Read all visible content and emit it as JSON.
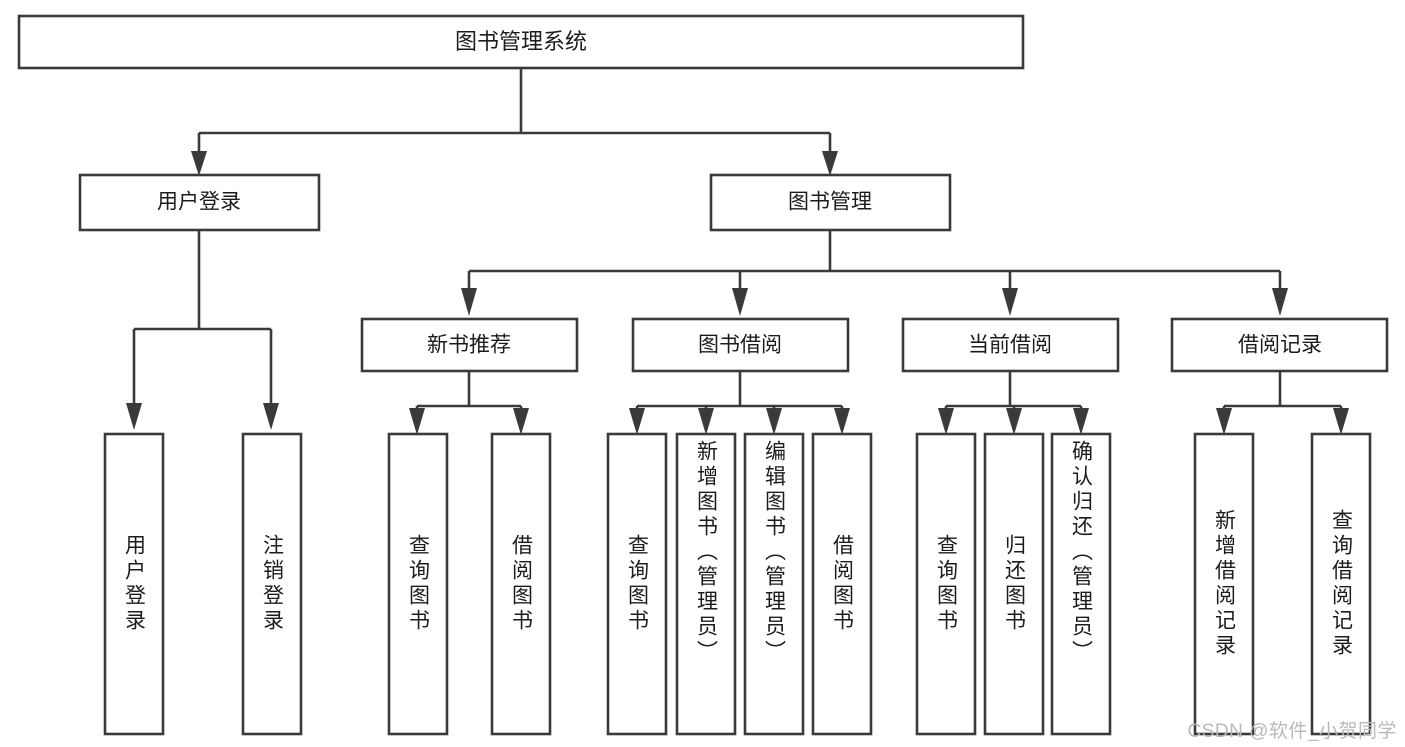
{
  "diagram": {
    "type": "hierarchy-tree",
    "title": "图书管理系统",
    "watermark": "CSDN @软件_小贺同学",
    "colors": {
      "stroke": "#3a3a3a",
      "box_fill": "#ffffff",
      "text": "#1c1c1c",
      "background": "#ffffff",
      "watermark": "#b9b9b9"
    },
    "root": {
      "label": "图书管理系统"
    },
    "level1": [
      {
        "label": "用户登录"
      },
      {
        "label": "图书管理"
      }
    ],
    "level2": [
      {
        "label": "新书推荐"
      },
      {
        "label": "图书借阅"
      },
      {
        "label": "当前借阅"
      },
      {
        "label": "借阅记录"
      }
    ],
    "leaves": {
      "user_login": [
        {
          "label": "用户登录"
        },
        {
          "label": "注销登录"
        }
      ],
      "new_book_recommend": [
        {
          "label": "查询图书"
        },
        {
          "label": "借阅图书"
        }
      ],
      "book_borrow": [
        {
          "label": "查询图书"
        },
        {
          "label": "新增图书（管理员）"
        },
        {
          "label": "编辑图书（管理员）"
        },
        {
          "label": "借阅图书"
        }
      ],
      "current_borrow": [
        {
          "label": "查询图书"
        },
        {
          "label": "归还图书"
        },
        {
          "label": "确认归还（管理员）"
        }
      ],
      "borrow_record": [
        {
          "label": "新增借阅记录"
        },
        {
          "label": "查询借阅记录"
        }
      ]
    }
  }
}
